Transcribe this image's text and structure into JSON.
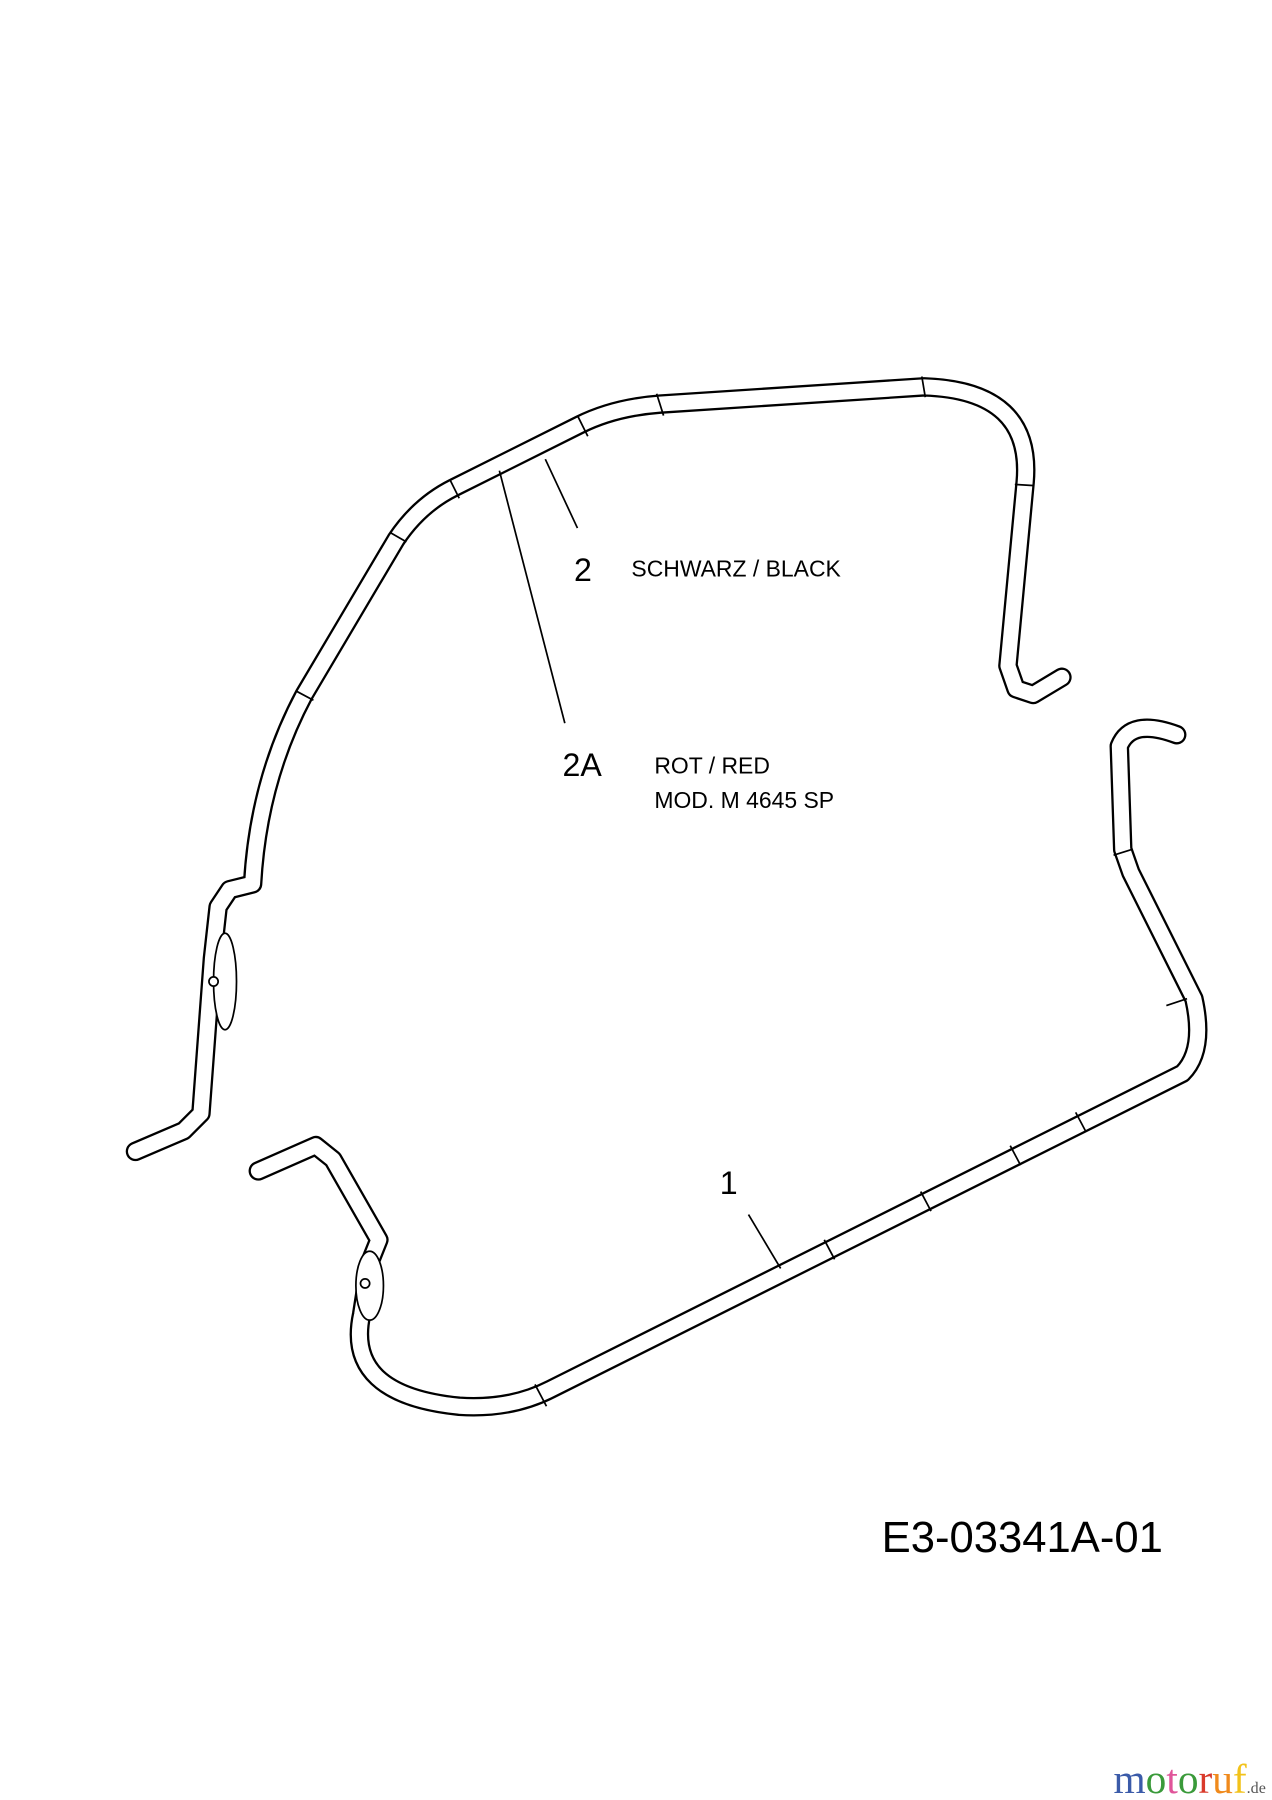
{
  "parts": [
    {
      "number": "2",
      "description": "SCHWARZ / BLACK"
    },
    {
      "number": "2A",
      "description": "ROT / RED",
      "note": "MOD. M 4645 SP"
    },
    {
      "number": "1"
    }
  ],
  "drawing_id": "E3-03341A-01",
  "watermark": {
    "text": "motoruf",
    "suffix": ".de",
    "colors": [
      "#3b5ba9",
      "#3a9a3a",
      "#e0559a",
      "#3a9a3a",
      "#d93a2b",
      "#f08a1c",
      "#f2c21a"
    ]
  }
}
